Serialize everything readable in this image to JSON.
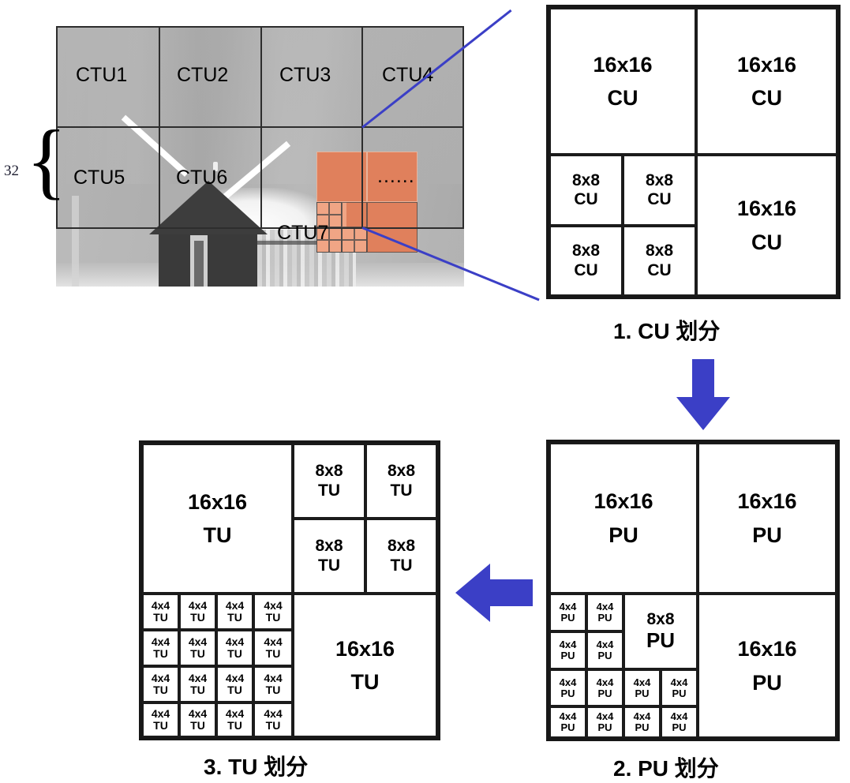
{
  "figure": {
    "title_absent": true
  },
  "photo_panel": {
    "name": "ctu-partitioned-frame",
    "dimension_label": "32",
    "ctus": [
      {
        "label": "CTU1"
      },
      {
        "label": "CTU2"
      },
      {
        "label": "CTU3"
      },
      {
        "label": "CTU4"
      },
      {
        "label": "CTU5"
      },
      {
        "label": "CTU6"
      },
      {
        "label": "CTU7"
      }
    ],
    "ellipsis": "......",
    "highlight_color": "#e0805c",
    "connector_color": "#3b3fc6"
  },
  "cu_diagram": {
    "caption": "1. CU 划分",
    "cells": [
      {
        "size": "16x16",
        "unit": "CU"
      },
      {
        "size": "16x16",
        "unit": "CU"
      },
      {
        "size": "8x8",
        "unit": "CU"
      },
      {
        "size": "8x8",
        "unit": "CU"
      },
      {
        "size": "8x8",
        "unit": "CU"
      },
      {
        "size": "8x8",
        "unit": "CU"
      },
      {
        "size": "16x16",
        "unit": "CU"
      }
    ]
  },
  "pu_diagram": {
    "caption": "2. PU 划分",
    "cells": [
      {
        "size": "16x16",
        "unit": "PU"
      },
      {
        "size": "16x16",
        "unit": "PU"
      },
      {
        "size": "4x4",
        "unit": "PU"
      },
      {
        "size": "4x4",
        "unit": "PU"
      },
      {
        "size": "4x4",
        "unit": "PU"
      },
      {
        "size": "4x4",
        "unit": "PU"
      },
      {
        "size": "8x8",
        "unit": "PU"
      },
      {
        "size": "4x4",
        "unit": "PU"
      },
      {
        "size": "4x4",
        "unit": "PU"
      },
      {
        "size": "4x4",
        "unit": "PU"
      },
      {
        "size": "4x4",
        "unit": "PU"
      },
      {
        "size": "4x4",
        "unit": "PU"
      },
      {
        "size": "4x4",
        "unit": "PU"
      },
      {
        "size": "4x4",
        "unit": "PU"
      },
      {
        "size": "4x4",
        "unit": "PU"
      },
      {
        "size": "16x16",
        "unit": "PU"
      }
    ]
  },
  "tu_diagram": {
    "caption": "3. TU 划分",
    "cells": [
      {
        "size": "16x16",
        "unit": "TU"
      },
      {
        "size": "8x8",
        "unit": "TU"
      },
      {
        "size": "8x8",
        "unit": "TU"
      },
      {
        "size": "8x8",
        "unit": "TU"
      },
      {
        "size": "8x8",
        "unit": "TU"
      },
      {
        "size": "4x4",
        "unit": "TU"
      },
      {
        "size": "4x4",
        "unit": "TU"
      },
      {
        "size": "4x4",
        "unit": "TU"
      },
      {
        "size": "4x4",
        "unit": "TU"
      },
      {
        "size": "4x4",
        "unit": "TU"
      },
      {
        "size": "4x4",
        "unit": "TU"
      },
      {
        "size": "4x4",
        "unit": "TU"
      },
      {
        "size": "4x4",
        "unit": "TU"
      },
      {
        "size": "4x4",
        "unit": "TU"
      },
      {
        "size": "4x4",
        "unit": "TU"
      },
      {
        "size": "4x4",
        "unit": "TU"
      },
      {
        "size": "4x4",
        "unit": "TU"
      },
      {
        "size": "4x4",
        "unit": "TU"
      },
      {
        "size": "4x4",
        "unit": "TU"
      },
      {
        "size": "4x4",
        "unit": "TU"
      },
      {
        "size": "4x4",
        "unit": "TU"
      },
      {
        "size": "16x16",
        "unit": "TU"
      }
    ]
  },
  "arrows": [
    {
      "name": "arrow-cu-to-pu",
      "direction": "down",
      "color": "#3b3fc6"
    },
    {
      "name": "arrow-pu-to-tu",
      "direction": "left",
      "color": "#3b3fc6"
    }
  ]
}
